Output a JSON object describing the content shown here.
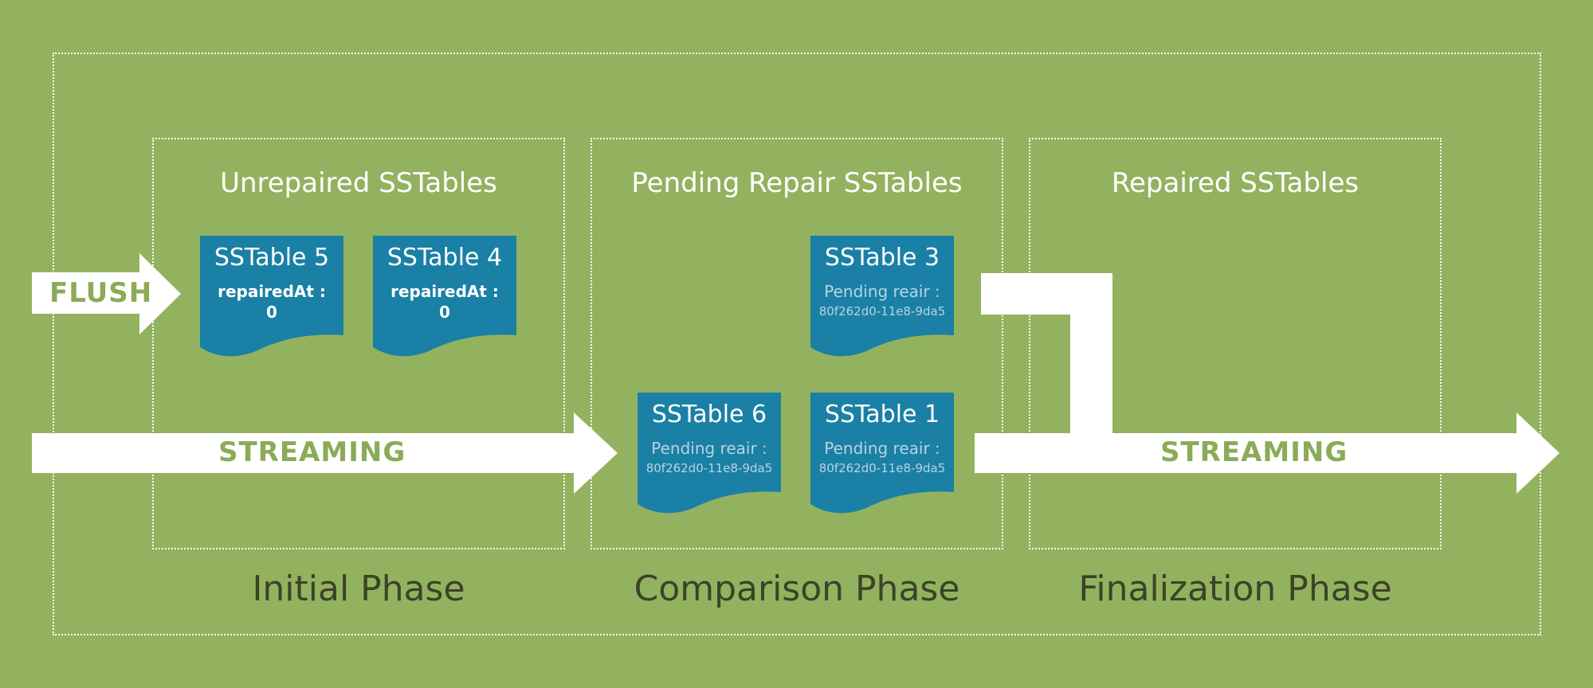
{
  "panels": {
    "unrepaired_title": "Unrepaired SSTables",
    "pending_title": "Pending Repair SSTables",
    "repaired_title": "Repaired SSTables"
  },
  "phases": {
    "initial": "Initial Phase",
    "comparison": "Comparison Phase",
    "finalization": "Finalization Phase"
  },
  "arrows": {
    "flush": "FLUSH",
    "streaming_left": "STREAMING",
    "streaming_right": "STREAMING"
  },
  "sstables": [
    {
      "name": "SSTable 5",
      "line1": "repairedAt :",
      "line2": "0"
    },
    {
      "name": "SSTable 4",
      "line1": "repairedAt :",
      "line2": "0"
    },
    {
      "name": "SSTable 3",
      "line1": "Pending reair :",
      "line2": "80f262d0-11e8-9da5"
    },
    {
      "name": "SSTable 6",
      "line1": "Pending reair :",
      "line2": "80f262d0-11e8-9da5"
    },
    {
      "name": "SSTable 1",
      "line1": "Pending reair :",
      "line2": "80f262d0-11e8-9da5"
    }
  ],
  "colors": {
    "background": "#93b25f",
    "sstable": "#1a80a5",
    "phase_text": "#3b4327",
    "arrow_text": "#8aab57"
  }
}
